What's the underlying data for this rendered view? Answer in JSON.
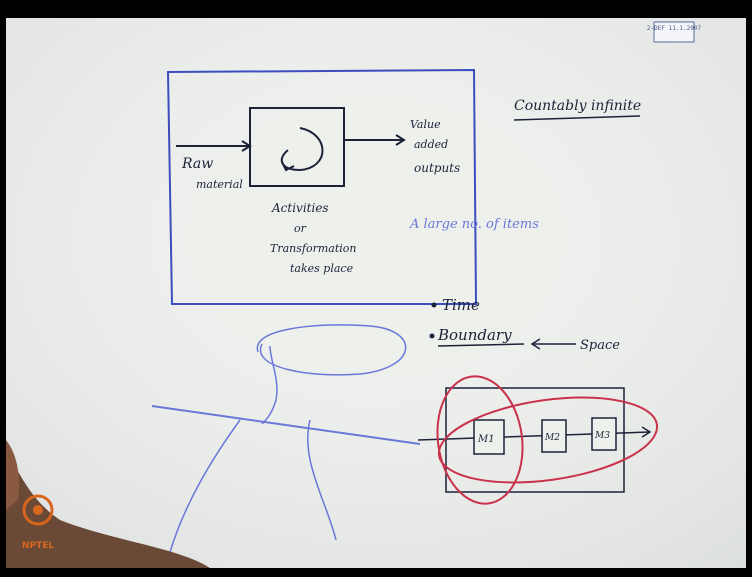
{
  "board": {
    "stamp": "2-DEF\n11.1.2007",
    "diagram": {
      "input_label_line1": "Raw",
      "input_label_line2": "material",
      "output_label_line1": "Value",
      "output_label_line2": "added",
      "output_label_line3": "outputs",
      "process_label_line1": "Activities",
      "process_label_line2": "or",
      "process_label_line3": "Transformation",
      "process_label_line4": "takes place"
    },
    "right_note_title": "Countably infinite",
    "right_note_blue": "A large no. of items",
    "bullets": {
      "item1": "Time",
      "item2": "Boundary",
      "item2_arrow_label": "Space"
    },
    "machines": {
      "m1": "M1",
      "m2": "M2",
      "m3": "M3"
    }
  },
  "logo": {
    "text": "NPTEL"
  },
  "colors": {
    "board": "#eef0ec",
    "ink_dark": "#1c2238",
    "ink_blue": "#5e6fd6",
    "ink_red": "#c8324a",
    "frame": "#000000",
    "logo_orange": "#d9661f"
  }
}
